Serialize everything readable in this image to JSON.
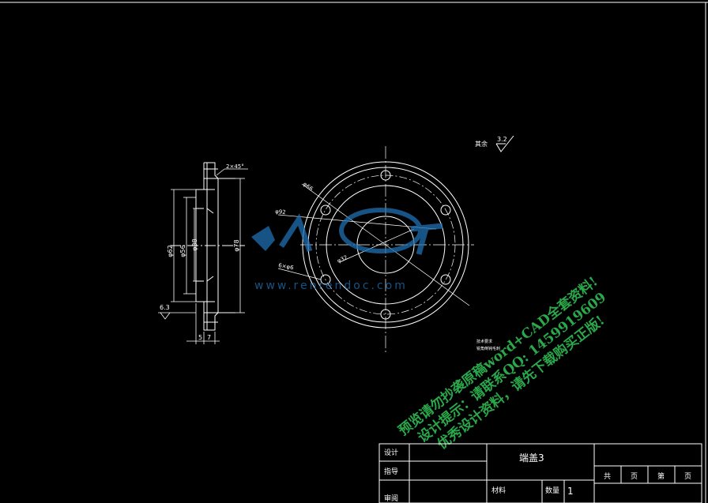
{
  "drawing": {
    "roughness_note": "其余",
    "roughness_general": "3.2",
    "roughness_side": "6.3",
    "chamfer": "2×45°",
    "dims_side": [
      "φ62",
      "φ56",
      "φ38",
      "φ78"
    ],
    "dims_bottom": [
      "5",
      "7"
    ],
    "dims_front": [
      "φ66",
      "φ92",
      "φ32",
      "6×φ6"
    ],
    "tech_notes": [
      "技术要求",
      "锐角倒钝毛刺"
    ]
  },
  "title_block": {
    "row_labels": [
      "设计",
      "指导",
      "审阅"
    ],
    "part_name": "端盖3",
    "material_label": "材料",
    "quantity_label": "数量",
    "quantity_value": "1",
    "sheet_labels": [
      "共",
      "页",
      "第",
      "页"
    ]
  },
  "watermark": {
    "site": "www.renrendoc.com",
    "line1": "预览请勿抄袭原稿word+CAD全套资料!",
    "line2": "设计提示：请联系QQ: 1459919609",
    "line3": "优秀设计资料，请先下载购买正版!"
  },
  "colors": {
    "background": "#000000",
    "line": "#ffffff",
    "watermark_green": "#2aa84a",
    "logo_blue": "#1f6fb0"
  }
}
